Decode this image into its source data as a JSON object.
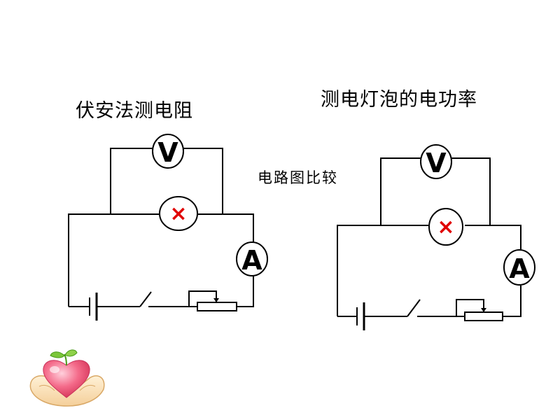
{
  "diagram": {
    "title_left": "伏安法测电阻",
    "title_right": "测电灯泡的电功率",
    "compare_label": "电路图比较",
    "voltmeter_symbol": "V",
    "ammeter_symbol": "A",
    "lamp_mark": "×",
    "colors": {
      "wire": "#000000",
      "lamp_mark": "#e00000",
      "heart": "#f06080",
      "leaf": "#66bb22"
    }
  }
}
